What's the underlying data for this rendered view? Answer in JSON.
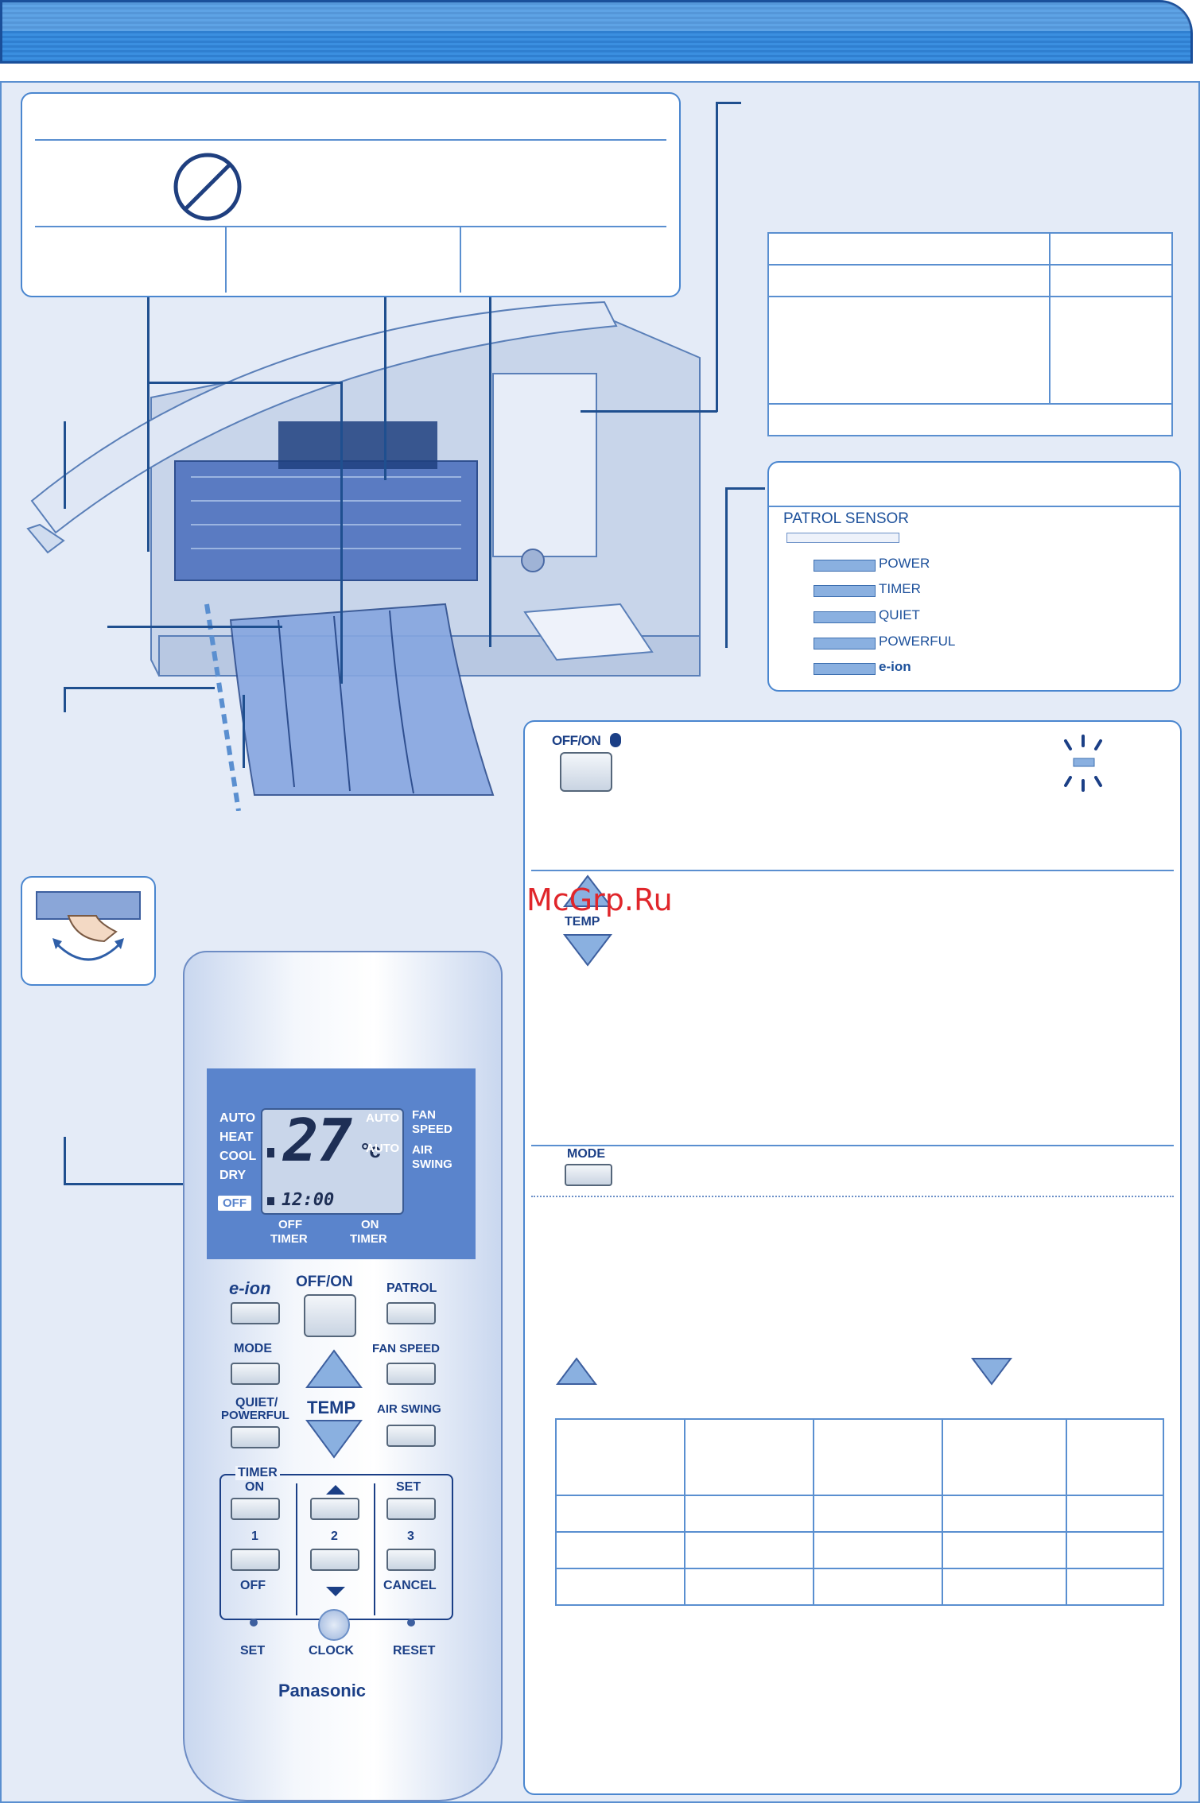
{
  "watermark": "McGrp.Ru",
  "prohibited_icon": "no-entry-icon",
  "patrol_panel": {
    "sensor_title": "PATROL SENSOR",
    "indicators": [
      "POWER",
      "TIMER",
      "QUIET",
      "POWERFUL",
      "e-ion"
    ]
  },
  "offon_section": {
    "button_label": "OFF/ON",
    "blink_icon": "blinking-lamp-icon"
  },
  "temp_section": {
    "label": "TEMP"
  },
  "mode_section": {
    "label": "MODE"
  },
  "remote": {
    "display": {
      "modes": [
        "AUTO",
        "HEAT",
        "COOL",
        "DRY"
      ],
      "off_badge": "OFF",
      "temperature": "27",
      "unit": "°c",
      "fan_auto": "AUTO",
      "swing_auto": "AUTO",
      "fan_label_1": "FAN",
      "fan_label_2": "SPEED",
      "air_label_1": "AIR",
      "air_label_2": "SWING",
      "clock": "12:00",
      "off_timer_1": "OFF",
      "off_timer_2": "TIMER",
      "on_timer_1": "ON",
      "on_timer_2": "TIMER"
    },
    "buttons": {
      "eion": "e-ion",
      "offon": "OFF/ON",
      "patrol": "PATROL",
      "mode": "MODE",
      "fan_speed": "FAN SPEED",
      "quiet_1": "QUIET/",
      "quiet_2": "POWERFUL",
      "temp": "TEMP",
      "air_swing": "AIR SWING",
      "timer": "TIMER",
      "on": "ON",
      "set": "SET",
      "one": "1",
      "two": "2",
      "three": "3",
      "off": "OFF",
      "cancel": "CANCEL",
      "set_small": "SET",
      "clock": "CLOCK",
      "reset": "RESET"
    },
    "brand": "Panasonic"
  },
  "colors": {
    "accent": "#2f7fd0",
    "frame": "#5a8fd0",
    "panel": "#e4ebf7",
    "remote_lcd_band": "#5a84cc"
  }
}
